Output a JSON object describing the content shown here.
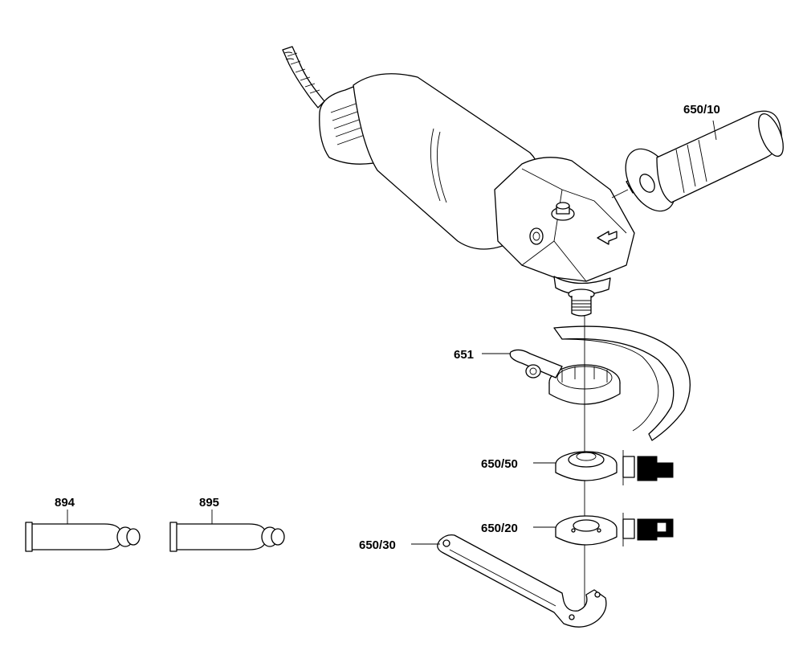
{
  "labels": {
    "handle": "650/10",
    "guard": "651",
    "flange_inner": "650/50",
    "flange_nut": "650/20",
    "spanner": "650/30",
    "tube_a": "894",
    "tube_b": "895"
  }
}
